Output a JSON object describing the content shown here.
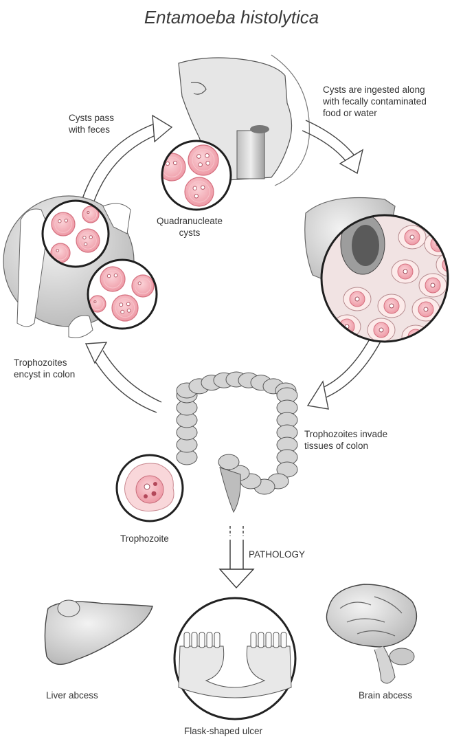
{
  "title": "Entamoeba histolytica",
  "labels": {
    "cysts_pass": [
      "Cysts pass",
      "with feces"
    ],
    "cysts_ingested": [
      "Cysts are ingested along",
      "with fecally contaminated",
      "food or water"
    ],
    "quadranucleate": [
      "Quadranucleate",
      "cysts"
    ],
    "encyst": [
      "Trophozoites",
      "encyst in colon"
    ],
    "invade": [
      "Trophozoites invade",
      "tissues of colon"
    ],
    "trophozoite": "Trophozoite",
    "pathology": "PATHOLOGY",
    "liver": "Liver abcess",
    "brain": "Brain abcess",
    "ulcer": "Flask-shaped ulcer"
  },
  "colors": {
    "cyst_fill": "#f3a9b2",
    "cyst_ring": "#d5707f",
    "tissue": "#c8c8c8",
    "outline": "#3a3a3a"
  }
}
